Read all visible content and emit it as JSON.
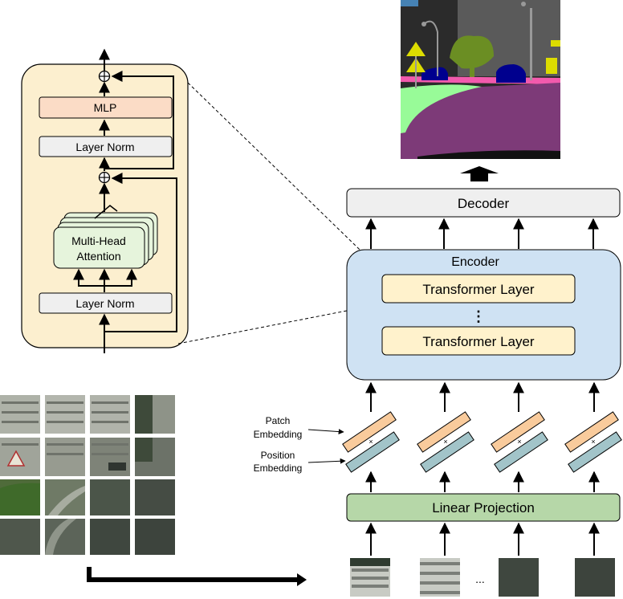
{
  "detail_block": {
    "mlp_label": "MLP",
    "norm_top_label": "Layer Norm",
    "attention_line1": "Multi-Head",
    "attention_line2": "Attention",
    "norm_bottom_label": "Layer Norm"
  },
  "pipeline": {
    "decoder_label": "Decoder",
    "encoder_label": "Encoder",
    "transformer_layer_top": "Transformer Layer",
    "ellipsis": "⋮",
    "transformer_layer_bottom": "Transformer Layer",
    "patch_embedding_line1": "Patch",
    "patch_embedding_line2": "Embedding",
    "position_embedding_line1": "Position",
    "position_embedding_line2": "Embedding",
    "linear_projection_label": "Linear Projection",
    "times_symbol": "×",
    "patches_ellipsis": "..."
  },
  "colors": {
    "block_bg": "#fcefcf",
    "mlp_fill": "#fbdcc6",
    "norm_fill": "#efefef",
    "attention_fill": "#e6f4dc",
    "encoder_fill": "#cfe2f3",
    "transformer_fill": "#fff2cc",
    "decoder_fill": "#efefef",
    "linear_fill": "#b6d7a8",
    "patch_emb_fill": "#f9cb9c",
    "pos_emb_fill": "#a2c4c9",
    "seg_sky": "#2b2b2b",
    "seg_road": "#7d3a78",
    "seg_sidewalk": "#f9e68c",
    "seg_vegetation": "#6b8e23",
    "seg_terrain": "#98fb98",
    "seg_car": "#00008e",
    "seg_sign": "#dcdc00"
  }
}
